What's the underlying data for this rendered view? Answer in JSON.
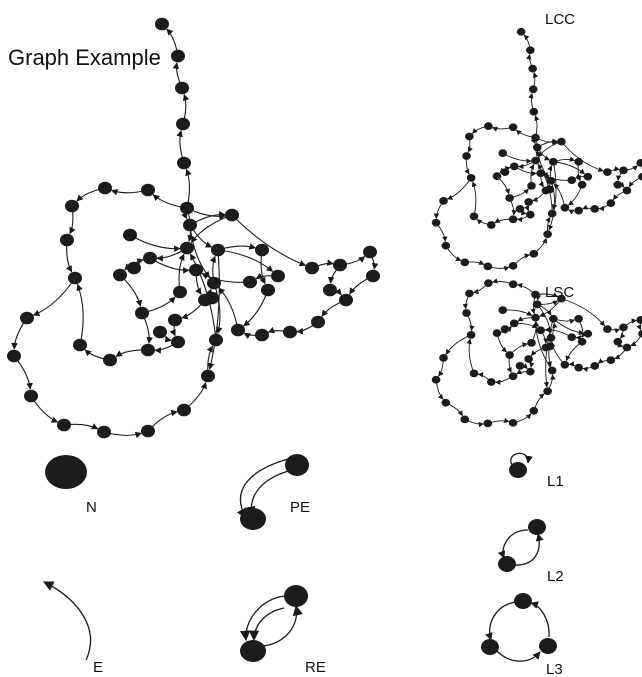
{
  "title": "Graph Example",
  "labels": {
    "lcc": "LCC",
    "lsc": "LSC",
    "l1": "L1",
    "l2": "L2",
    "l3": "L3",
    "n": "N",
    "pe": "PE",
    "e": "E",
    "re": "RE"
  },
  "colors": {
    "node": "#1c1c1c",
    "edge": "#1a1a1a",
    "background": "#ffffff"
  }
}
